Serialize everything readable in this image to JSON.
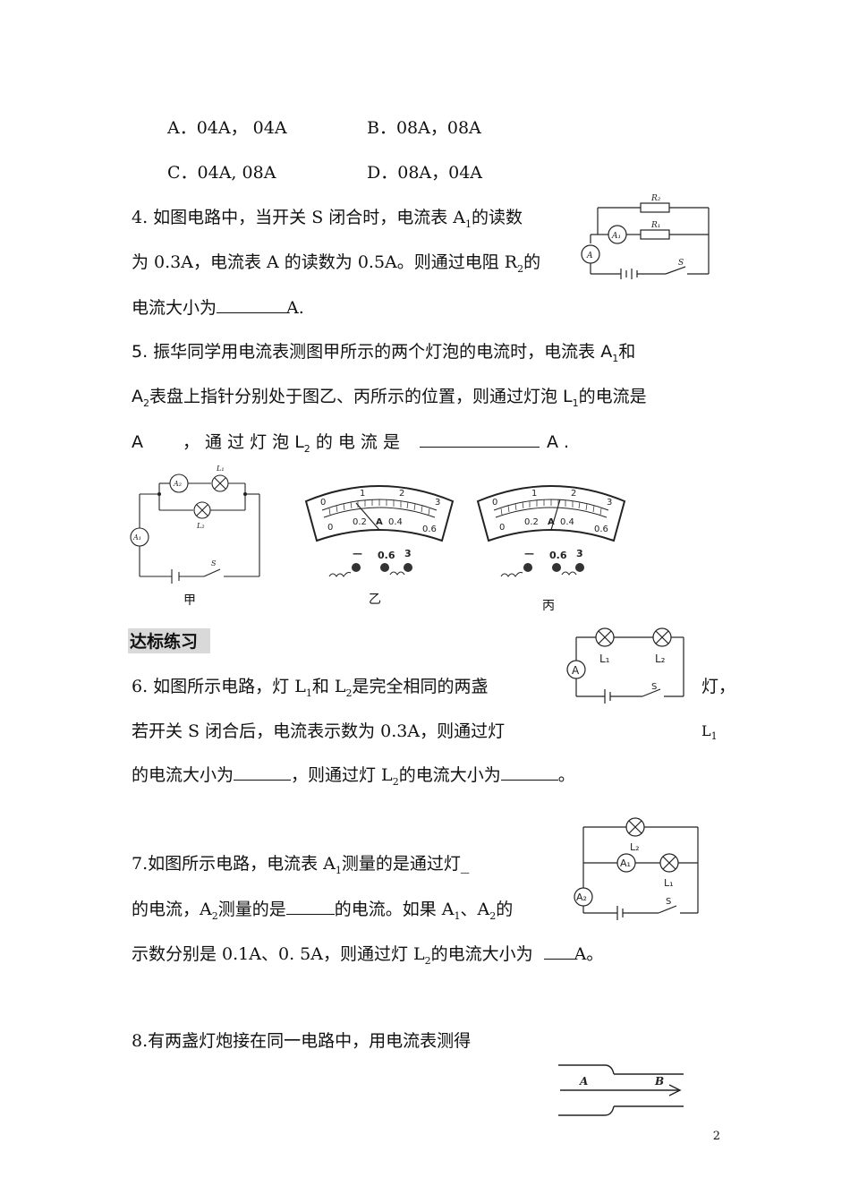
{
  "q3": {
    "a": "A．04A，  04A",
    "b": "B．08A，08A",
    "c": "C．04A,   08A",
    "d": "D．08A，04A"
  },
  "q4": {
    "line1": "4. 如图电路中，当开关 S 闭合时，电流表 A",
    "line1_sub": "1",
    "line1_end": "的读数",
    "line2": "为 0.3A，电流表 A 的读数为 0.5A。则通过电阻 R",
    "line2_sub": "2",
    "line2_end": "的",
    "line3": "电流大小为",
    "line3_end": "A.",
    "fig_labels": {
      "r2": "R₂",
      "r1": "R₁",
      "a1": "A₁",
      "a": "A",
      "s": "S"
    }
  },
  "q5": {
    "line1": "5. 振华同学用电流表测图甲所示的两个灯泡的电流时，电流表 A",
    "line1_sub": "1",
    "line1_end": "和",
    "line2": "A",
    "line2_sub": "2",
    "line2_mid": "表盘上指针分别处于图乙、丙所示的位置，则通过灯泡 L",
    "line2_sub2": "1",
    "line2_end": "的电流是",
    "line3_a": "A",
    "line3_mid": "，  通  过  灯  泡  L",
    "line3_sub": "2",
    "line3_mid2": "  的  电  流  是",
    "line3_end": "A  .",
    "captions": {
      "jia": "甲",
      "yi": "乙",
      "bing": "丙"
    },
    "fig_labels": {
      "a2": "A₂",
      "a1": "A₁",
      "l1": "L₁",
      "l2": "L₂",
      "s": "S"
    },
    "meter": {
      "top_scale": [
        "0",
        "1",
        "2",
        "3"
      ],
      "bottom_scale": [
        "0",
        "0.2",
        "A",
        "0.4",
        "0.6"
      ],
      "terminals": [
        "—",
        "0.6",
        "3"
      ]
    }
  },
  "section": {
    "title": "达标练习"
  },
  "q6": {
    "line1": "6.  如图所示电路，灯 L",
    "line1_sub": "1",
    "line1_mid": "和 L",
    "line1_sub2": "2",
    "line1_end": "是完全相同的两盏",
    "line1_tail": "灯，",
    "line2": "若开关 S 闭合后，电流表示数为 0.3A，则通过灯",
    "line2_tail": "L",
    "line2_tail_sub": "1",
    "line3": "的电流大小为",
    "line3_mid": "，则通过灯 L",
    "line3_sub": "2",
    "line3_mid2": "的电流大小为",
    "line3_end": "。",
    "fig_labels": {
      "a": "A",
      "l1": "L₁",
      "l2": "L₂",
      "s": "S"
    }
  },
  "q7": {
    "line1": "7.如图所示电路，电流表 A",
    "line1_sub": "1",
    "line1_end": "测量的是通过灯_",
    "line2": "的电流，A",
    "line2_sub": "2",
    "line2_mid": "测量的是",
    "line2_mid2": "的电流。如果 A",
    "line2_sub2": "1",
    "line2_end": "、A",
    "line2_sub3": "2",
    "line2_end2": "的",
    "line3": "示数分别是 0.1A、0. 5A，则通过灯 L",
    "line3_sub": "2",
    "line3_mid": "的电流大小为",
    "line3_end": "A。",
    "fig_labels": {
      "a1": "A₁",
      "a2": "A₂",
      "l1": "L₁",
      "l2": "L₂",
      "s": "S"
    }
  },
  "q8": {
    "line1": "8.有两盏灯炮接在同一电路中，用电流表测得",
    "fig_labels": {
      "a": "A",
      "b": "B"
    }
  },
  "page": {
    "number": "2"
  }
}
